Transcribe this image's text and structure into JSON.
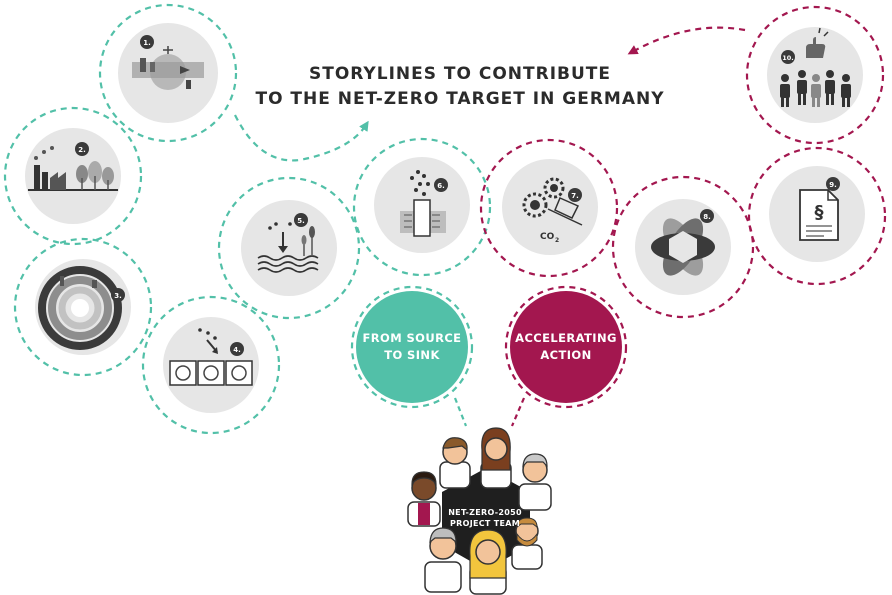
{
  "title": {
    "line1": "STORYLINES TO CONTRIBUTE",
    "line2": "TO THE NET-ZERO TARGET IN GERMANY"
  },
  "colors": {
    "teal": "#52c0a8",
    "crimson": "#a3174f",
    "circle_fill": "#e6e6e6",
    "icon_dark": "#3a3a3a"
  },
  "bubbles": {
    "source_to_sink": {
      "line1": "FROM SOURCE",
      "line2": "TO SINK"
    },
    "accelerating": {
      "line1": "ACCELERATING",
      "line2": "ACTION"
    }
  },
  "team": {
    "line1": "NET-ZERO-2050",
    "line2": "PROJECT TEAM"
  },
  "storylines": [
    {
      "number": "1.",
      "icon": "global-landscape-icon",
      "group": "from-source-to-sink"
    },
    {
      "number": "2.",
      "icon": "industry-forest-icon",
      "group": "from-source-to-sink"
    },
    {
      "number": "3.",
      "icon": "energy-ring-icon",
      "group": "from-source-to-sink"
    },
    {
      "number": "4.",
      "icon": "carbon-capture-units-icon",
      "group": "from-source-to-sink"
    },
    {
      "number": "5.",
      "icon": "ocean-sink-icon",
      "group": "from-source-to-sink"
    },
    {
      "number": "6.",
      "icon": "underground-storage-icon",
      "group": "from-source-to-sink"
    },
    {
      "number": "7.",
      "icon": "gears-co2-icon",
      "group": "accelerating-action"
    },
    {
      "number": "8.",
      "icon": "hexagon-atom-icon",
      "group": "accelerating-action"
    },
    {
      "number": "9.",
      "icon": "legal-document-icon",
      "group": "accelerating-action"
    },
    {
      "number": "10.",
      "icon": "stakeholders-icon",
      "group": "accelerating-action"
    }
  ],
  "co2_label": "CO",
  "co2_sub": "2",
  "paragraph_symbol": "§"
}
